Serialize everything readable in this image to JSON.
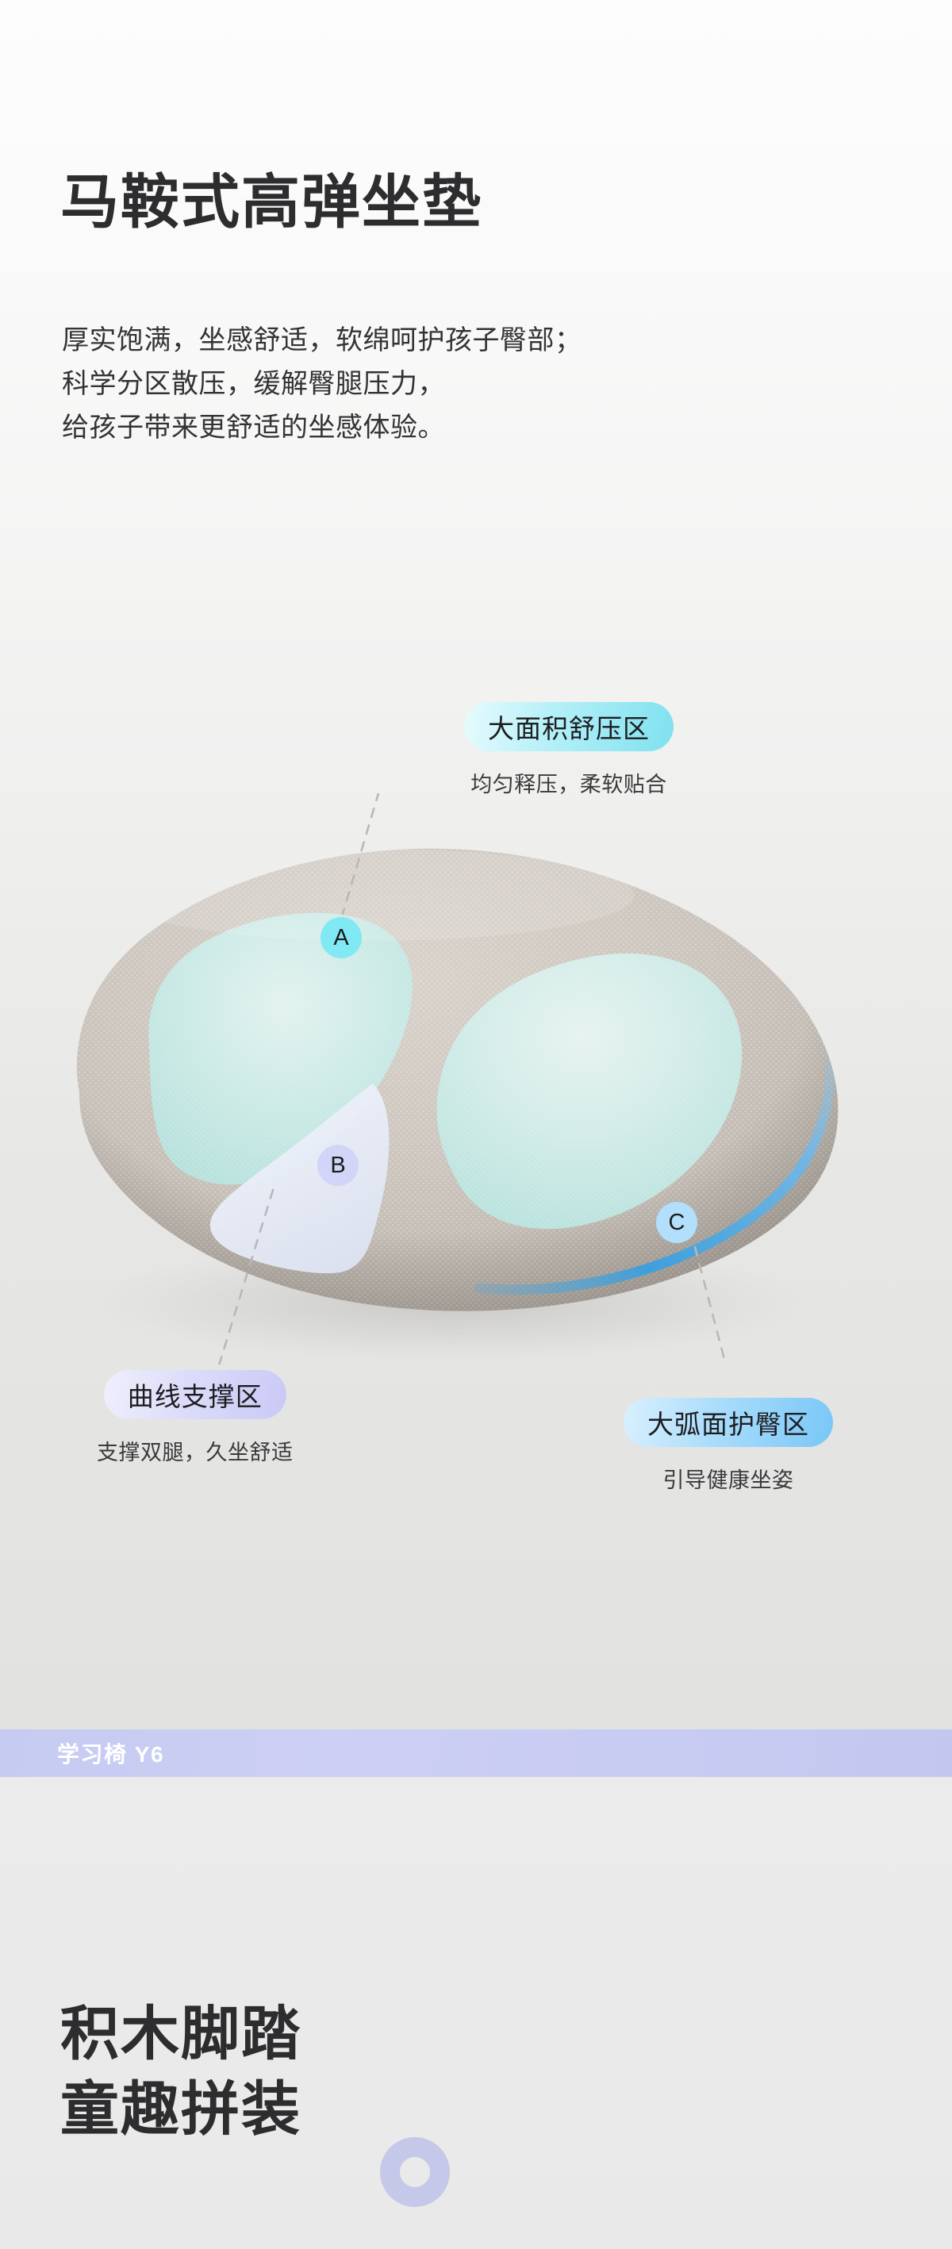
{
  "section1": {
    "headline": "马鞍式高弹坐垫",
    "body": "厚实饱满，坐感舒适，软绵呵护孩子臀部；\n科学分区散压，缓解臀腿压力，\n给孩子带来更舒适的坐感体验。",
    "markers": [
      {
        "id": "A",
        "label": "A",
        "color": "#81e9f4"
      },
      {
        "id": "B",
        "label": "B",
        "color": "#d2d5f7"
      },
      {
        "id": "C",
        "label": "C",
        "color": "#b2dffb"
      }
    ],
    "callouts": [
      {
        "marker": "A",
        "title": "大面积舒压区",
        "subtitle": "均匀释压，柔软贴合",
        "accent": "#7fe1ef"
      },
      {
        "marker": "B",
        "title": "曲线支撑区",
        "subtitle": "支撑双腿，久坐舒适",
        "accent": "#c9c9f6"
      },
      {
        "marker": "C",
        "title": "大弧面护臀区",
        "subtitle": "引导健康坐姿",
        "accent": "#79c7f7"
      }
    ],
    "product": {
      "name": "cushion-illustration",
      "base_color": "#c3bbb3",
      "zone_a_color": "#c9ecea",
      "zone_b_color": "#e2e6f4",
      "zone_c_color": "#4ba6e0"
    }
  },
  "brand_band": {
    "text": "学习椅 Y6",
    "background": "#c7cbf1",
    "text_color": "#ffffff"
  },
  "section2": {
    "headline": "积木脚踏\n童趣拼装",
    "ring_color": "#c5c8e8"
  }
}
